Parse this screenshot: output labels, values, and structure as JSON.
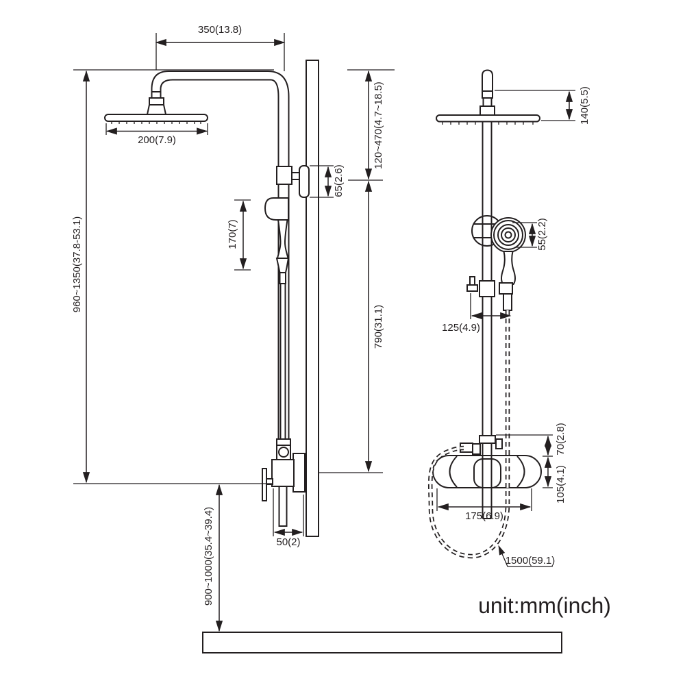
{
  "unit_label": "unit:mm(inch)",
  "side_view": {
    "arm_reach": "350(13.8)",
    "head_width": "200(7.9)",
    "head_height_range": "120~470(4.7~18.5)",
    "bracket": "65(2.6)",
    "handheld": "170(7)",
    "overall_height": "960~1350(37.8-53.1)",
    "bracket_to_valve": "790(31.1)",
    "wall_offset": "50(2)",
    "valve_height": "900~1000(35.4~39.4)"
  },
  "front_view": {
    "head_top": "140(5.5)",
    "handheld_dia": "55(2.2)",
    "handheld_offset": "125(4.9)",
    "valve_gap": "70(2.8)",
    "valve_body_height": "105(4.1)",
    "valve_width": "175(6.9)",
    "hose_length": "1500(59.1)"
  }
}
